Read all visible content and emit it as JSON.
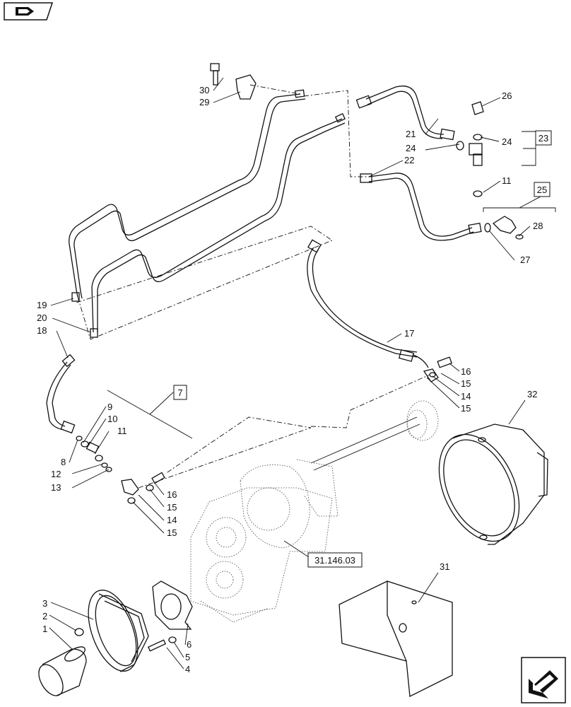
{
  "callouts": [
    {
      "id": "c1",
      "text": "1"
    },
    {
      "id": "c2",
      "text": "2"
    },
    {
      "id": "c3",
      "text": "3"
    },
    {
      "id": "c4",
      "text": "4"
    },
    {
      "id": "c5",
      "text": "5"
    },
    {
      "id": "c6",
      "text": "6"
    },
    {
      "id": "c8",
      "text": "8"
    },
    {
      "id": "c9",
      "text": "9"
    },
    {
      "id": "c10",
      "text": "10"
    },
    {
      "id": "c11a",
      "text": "11"
    },
    {
      "id": "c11b",
      "text": "11"
    },
    {
      "id": "c12",
      "text": "12"
    },
    {
      "id": "c13",
      "text": "13"
    },
    {
      "id": "c14a",
      "text": "14"
    },
    {
      "id": "c14b",
      "text": "14"
    },
    {
      "id": "c15a",
      "text": "15"
    },
    {
      "id": "c15b",
      "text": "15"
    },
    {
      "id": "c15c",
      "text": "15"
    },
    {
      "id": "c15d",
      "text": "15"
    },
    {
      "id": "c16a",
      "text": "16"
    },
    {
      "id": "c16b",
      "text": "16"
    },
    {
      "id": "c17",
      "text": "17"
    },
    {
      "id": "c18",
      "text": "18"
    },
    {
      "id": "c19",
      "text": "19"
    },
    {
      "id": "c20",
      "text": "20"
    },
    {
      "id": "c21",
      "text": "21"
    },
    {
      "id": "c22",
      "text": "22"
    },
    {
      "id": "c24a",
      "text": "24"
    },
    {
      "id": "c24b",
      "text": "24"
    },
    {
      "id": "c26",
      "text": "26"
    },
    {
      "id": "c27",
      "text": "27"
    },
    {
      "id": "c28",
      "text": "28"
    },
    {
      "id": "c29",
      "text": "29"
    },
    {
      "id": "c30",
      "text": "30"
    },
    {
      "id": "c31",
      "text": "31"
    },
    {
      "id": "c32",
      "text": "32"
    }
  ],
  "boxed_refs": {
    "ref_7": "7",
    "ref_23": "23",
    "ref_25": "25",
    "ref_gearbox": "31.146.03"
  },
  "icons": {
    "top_left": "book-navigation-icon",
    "bottom_right": "next-page-arrow-icon"
  }
}
